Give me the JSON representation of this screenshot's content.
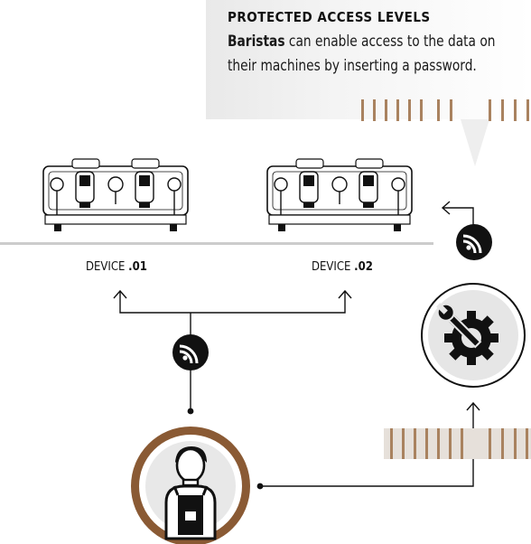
{
  "callout": {
    "title": "PROTECTED ACCESS LEVELS",
    "body_bold": "Baristas",
    "body_rest": " can enable access to the data on their machines by inserting a password."
  },
  "devices": [
    {
      "label": "DEVICE ",
      "number": ".01"
    },
    {
      "label": "DEVICE ",
      "number": ".02"
    }
  ],
  "icons": {
    "wifi": "wifi-signal-icon",
    "settings": "gear-wrench-icon",
    "barista": "barista-avatar-icon",
    "machine": "espresso-machine-icon"
  },
  "colors": {
    "accent_brown": "#8a5a34",
    "stripe_brown": "#a9825f",
    "dark": "#111111",
    "gear_ring": "#e6e6e6"
  }
}
